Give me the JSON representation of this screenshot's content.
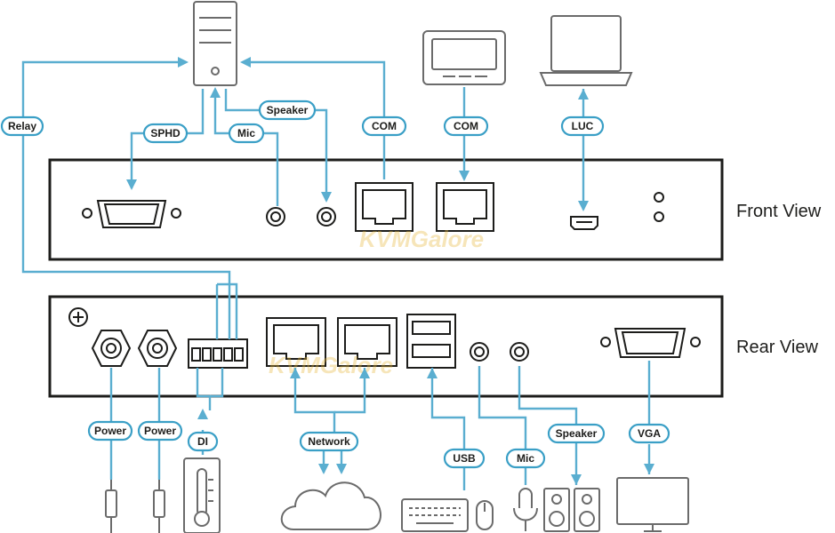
{
  "labels": {
    "relay": "Relay",
    "sphd": "SPHD",
    "mic_top": "Mic",
    "speaker_top": "Speaker",
    "com1": "COM",
    "com2": "COM",
    "luc": "LUC",
    "power1": "Power",
    "power2": "Power",
    "di": "DI",
    "network": "Network",
    "usb": "USB",
    "mic_bottom": "Mic",
    "speaker_bottom": "Speaker",
    "vga": "VGA"
  },
  "views": {
    "front": "Front View",
    "rear": "Rear View"
  },
  "watermark": "KVMGalore",
  "colors": {
    "connector_line": "#5aaed0",
    "label_border": "#3a9fc6",
    "panel_border": "#1d1d1b",
    "device_outline": "#6b6b6b"
  }
}
